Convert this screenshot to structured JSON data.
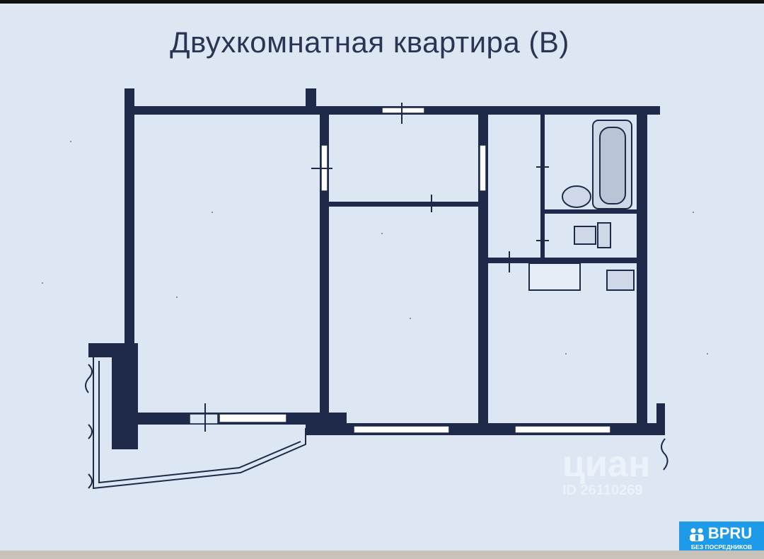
{
  "title": "Двухкомнатная квартира (В)",
  "watermark": {
    "logo": "циан",
    "id": "ID 26110269"
  },
  "badge": {
    "name": "BPRU",
    "subtitle": "БЕЗ ПОСРЕДНИКОВ"
  },
  "colors": {
    "background": "#dde7f4",
    "wall": "#1f2a4a",
    "badge": "#1e9be8"
  }
}
